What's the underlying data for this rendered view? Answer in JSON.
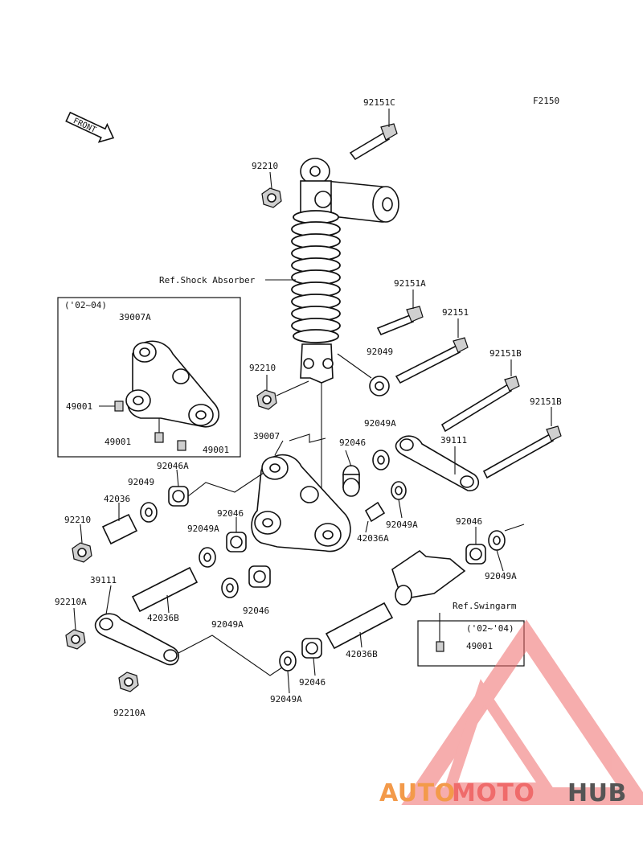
{
  "figure_code": "F2150",
  "front_arrow_text": "FRONT",
  "inset": {
    "note": "('02~04)",
    "part": "39007A"
  },
  "swingarm_inset": {
    "note": "('02~'04)",
    "part": "49001"
  },
  "refs": {
    "shock": "Ref.Shock Absorber",
    "swingarm": "Ref.Swingarm"
  },
  "labels": [
    "92151C",
    "92210",
    "92151A",
    "92151",
    "92049",
    "92210",
    "92151B",
    "92151B",
    "49001",
    "49001",
    "49001",
    "39007",
    "92049A",
    "92046",
    "39111",
    "92046A",
    "92049",
    "42036",
    "92210",
    "92046",
    "92049A",
    "42036A",
    "92049A",
    "92046",
    "92049A",
    "39111",
    "92210A",
    "42036B",
    "92049A",
    "92046",
    "42036B",
    "92049A",
    "92046",
    "92210A"
  ],
  "watermark": {
    "part1": "AUTO",
    "part2": "MOTO",
    "part3": "HUB",
    "color1": "#f39a4a",
    "color2": "#ef6b6b",
    "color3": "#555555"
  },
  "colors": {
    "line": "#111111",
    "triangle": "#ef6b6b"
  }
}
